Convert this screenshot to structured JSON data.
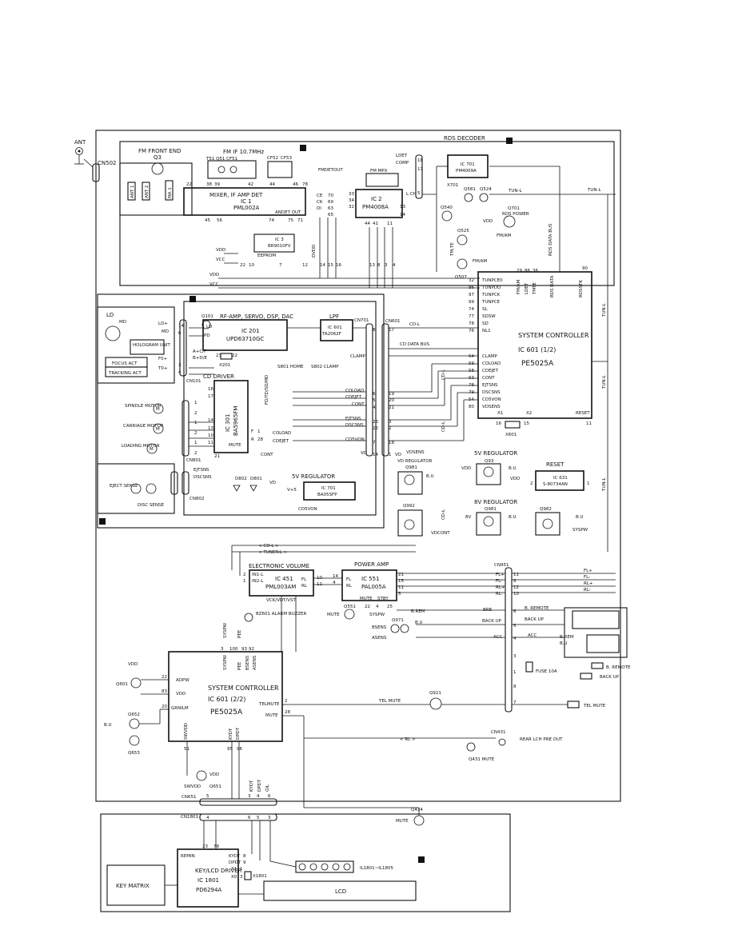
{
  "top": {
    "antenna": "ANT",
    "cn502": "CN502",
    "rds_decoder": "RDS DECODER",
    "fm_front_end": "FM FRONT END",
    "q3": "Q3",
    "fm_if": "FM IF 10.7MHz",
    "cf_parts": "T51  Q51  CF51",
    "cf52": "CF52",
    "cf53": "CF53",
    "ant1": "ANT 1",
    "ant2": "ANT 2",
    "ma_1": "MA 1",
    "ic1_name": "MIXER, IF AMP DET",
    "ic1_id": "IC 1",
    "ic1_part": "PML002A",
    "andet": "ANDET OUT",
    "ic3_id": "IC 3",
    "ic3_part": "BR9010FV",
    "eeprom": "EEPROM",
    "fmdetout": "FMDETOUT",
    "fm_mpx": "FM MPX",
    "ic2_id": "IC 2",
    "ic2_part": "PM4008A",
    "ldet": "LDET",
    "comp": "COMP",
    "lch": "L CH",
    "ic701_id": "IC 701",
    "ic701_part": "PM4009A",
    "x701": "X701",
    "q581": "Q581",
    "q524": "Q524",
    "q540": "Q540",
    "q525": "Q525",
    "q701": "Q701",
    "rds_power": "RDS POWER",
    "fm_am": "FM/AM",
    "tun_l": "TUN-L",
    "rds_data_bus": "RDS DATA BUS",
    "vdd": "VDD",
    "vcc": "VCC",
    "q507": "Q507",
    "pin_ce": "CE",
    "pin_ck": "CK",
    "pin_di": "DI",
    "pin_dvdd": "DVDD",
    "tm_te": "TM,TE"
  },
  "controller1": {
    "title": "SYSTEM CONTROLLER",
    "ic": "IC 601 (1/2)",
    "part": "PE5025A",
    "pins": [
      "TUNPCE0",
      "TUNPDO",
      "TUNPCK",
      "TUNPCE",
      "SL",
      "SDSW",
      "SD",
      "NL1"
    ],
    "pins2": [
      "CLAMP",
      "COLOAD",
      "CDEJET",
      "CONT",
      "EJTSNS",
      "DSCSNS",
      "CD5VON",
      "VDSENS"
    ],
    "vertical": [
      "FM/AM",
      "LDET",
      "TMTE",
      "RDS DATA",
      "RDSSTK"
    ],
    "x601": "X601",
    "x1": "X1",
    "x2": "X2",
    "reset": "RESET"
  },
  "cd": {
    "ld": "LD",
    "md": "MD",
    "hologram": "HOLOGRAM UNIT",
    "focus": "FOCUS ACT",
    "tracking": "TRACKING ACT",
    "rf_amp": "RF-AMP, SERVO, DSP, DAC",
    "ic201_id": "IC 201",
    "ic201_part": "UPD63710GC",
    "q101": "Q101",
    "lpf": "LPF",
    "ic601_id": "IC 601",
    "ic601_part": "TA2062F",
    "cn701": "CN701",
    "cn601": "CN601",
    "cn101": "CN101",
    "x201": "X201",
    "s801": "S801 HOME",
    "s802": "S802 CLAMP",
    "clamp": "CLAMP",
    "cd_driver": "CD DRIVER",
    "ic301_id": "IC 301",
    "ic301_part": "BA5965FM",
    "spindle": "SPINDLE MOTOR",
    "carriage": "CARRIAGE MOTOR",
    "loading": "LOADING MOTOR",
    "cn801": "CN801",
    "cn802": "CN802",
    "eject": "EJECT SENSE",
    "disc": "DISC SENSE",
    "ejtsns": "EJTSNS",
    "dscsns": "DSCSNS",
    "d802": "D802",
    "d801": "D801",
    "reg5v": "5V REGULATOR",
    "ic701cd_id": "IC 701",
    "ic701cd_part": "BA05SFP",
    "cd5von": "CD5VON",
    "mute": "MUTE",
    "cont": "CONT",
    "coload": "COLOAD",
    "cdejet": "CDEJET",
    "cd_l": "CD-L",
    "cd_data_bus": "CD DATA BUS",
    "focus_sig": "FD/TD/SD/MD"
  },
  "regulators": {
    "vd_reg": "VD REGULATOR",
    "q981": "Q981",
    "q992": "Q992",
    "vdcont": "VDCONT",
    "vdsens": "VDSENS",
    "reg5v": "5V REGULATOR",
    "q93": "Q93",
    "reg8v": "8V REGULATOR",
    "q981b": "Q981",
    "q982": "Q982",
    "sysfw": "SYSPW",
    "bu": "B.U",
    "reset": "RESET",
    "ic631_id": "IC 631",
    "ic631_part": "S-80734AN",
    "v8": "8V"
  },
  "audio": {
    "cd_l": "< CD-L >",
    "tuner_l": "< TUNER-L >",
    "ev": "ELECTRONIC VOLUME",
    "ic451_id": "IC 451",
    "ic451_part": "PML003AM",
    "vck": "VCK/VDT/VST",
    "in1": "IN1-L",
    "in2": "IN2-L",
    "pa": "POWER AMP",
    "ic551_id": "IC 551",
    "ic551_part": "PAL005A",
    "mute": "MUTE",
    "stby": "STBY",
    "q551": "Q551",
    "q971": "Q971",
    "bsens": "BSENS",
    "asens": "ASENS",
    "cn951": "CN951",
    "outputs": [
      "FL+",
      "FL-",
      "RL+",
      "RL-"
    ],
    "brem": "B.REM",
    "bre": "BRE",
    "bremote": "B. REMOTE",
    "back_up": "BACK UP",
    "acc": "ACC",
    "fuse": "FUSE 10A",
    "fl": "FL",
    "rl": "RL"
  },
  "controller2": {
    "title": "SYSTEM CONTROLLER",
    "ic": "IC 601 (2/2)",
    "part": "PE5025A",
    "adpw": "ADPW",
    "vdd": "VDD",
    "grnilm": "GRNILM",
    "swvdd": "SWVDD",
    "telmute": "TELMUTE",
    "mute": "MUTE",
    "kydt": "KYDT",
    "dpdt": "DPDT",
    "q601": "Q601",
    "q652": "Q652",
    "q653": "Q653",
    "bz": "BZ601 ALARM BUZZER",
    "q921": "Q921",
    "tel_mute": "TEL MUTE",
    "cn431": "CN431",
    "rear": "REAR LCH PRE OUT",
    "q431": "Q431 MUTE",
    "q434": "Q434",
    "q651": "Q651",
    "cn651": "CN651",
    "rl": "< RL >"
  },
  "bottom": {
    "cn1801": "CN1801",
    "key_matrix": "KEY MATRIX",
    "remin": "REMIN",
    "driver": "KEY/LCD DRIVER",
    "ic1801_id": "IC 1801",
    "ic1801_part": "PD6294A",
    "x1801": "X1801",
    "lcd": "LCD",
    "lamps": "IL1801~IL1805",
    "kydt": "KYDT",
    "dpdt": "DPDT"
  }
}
